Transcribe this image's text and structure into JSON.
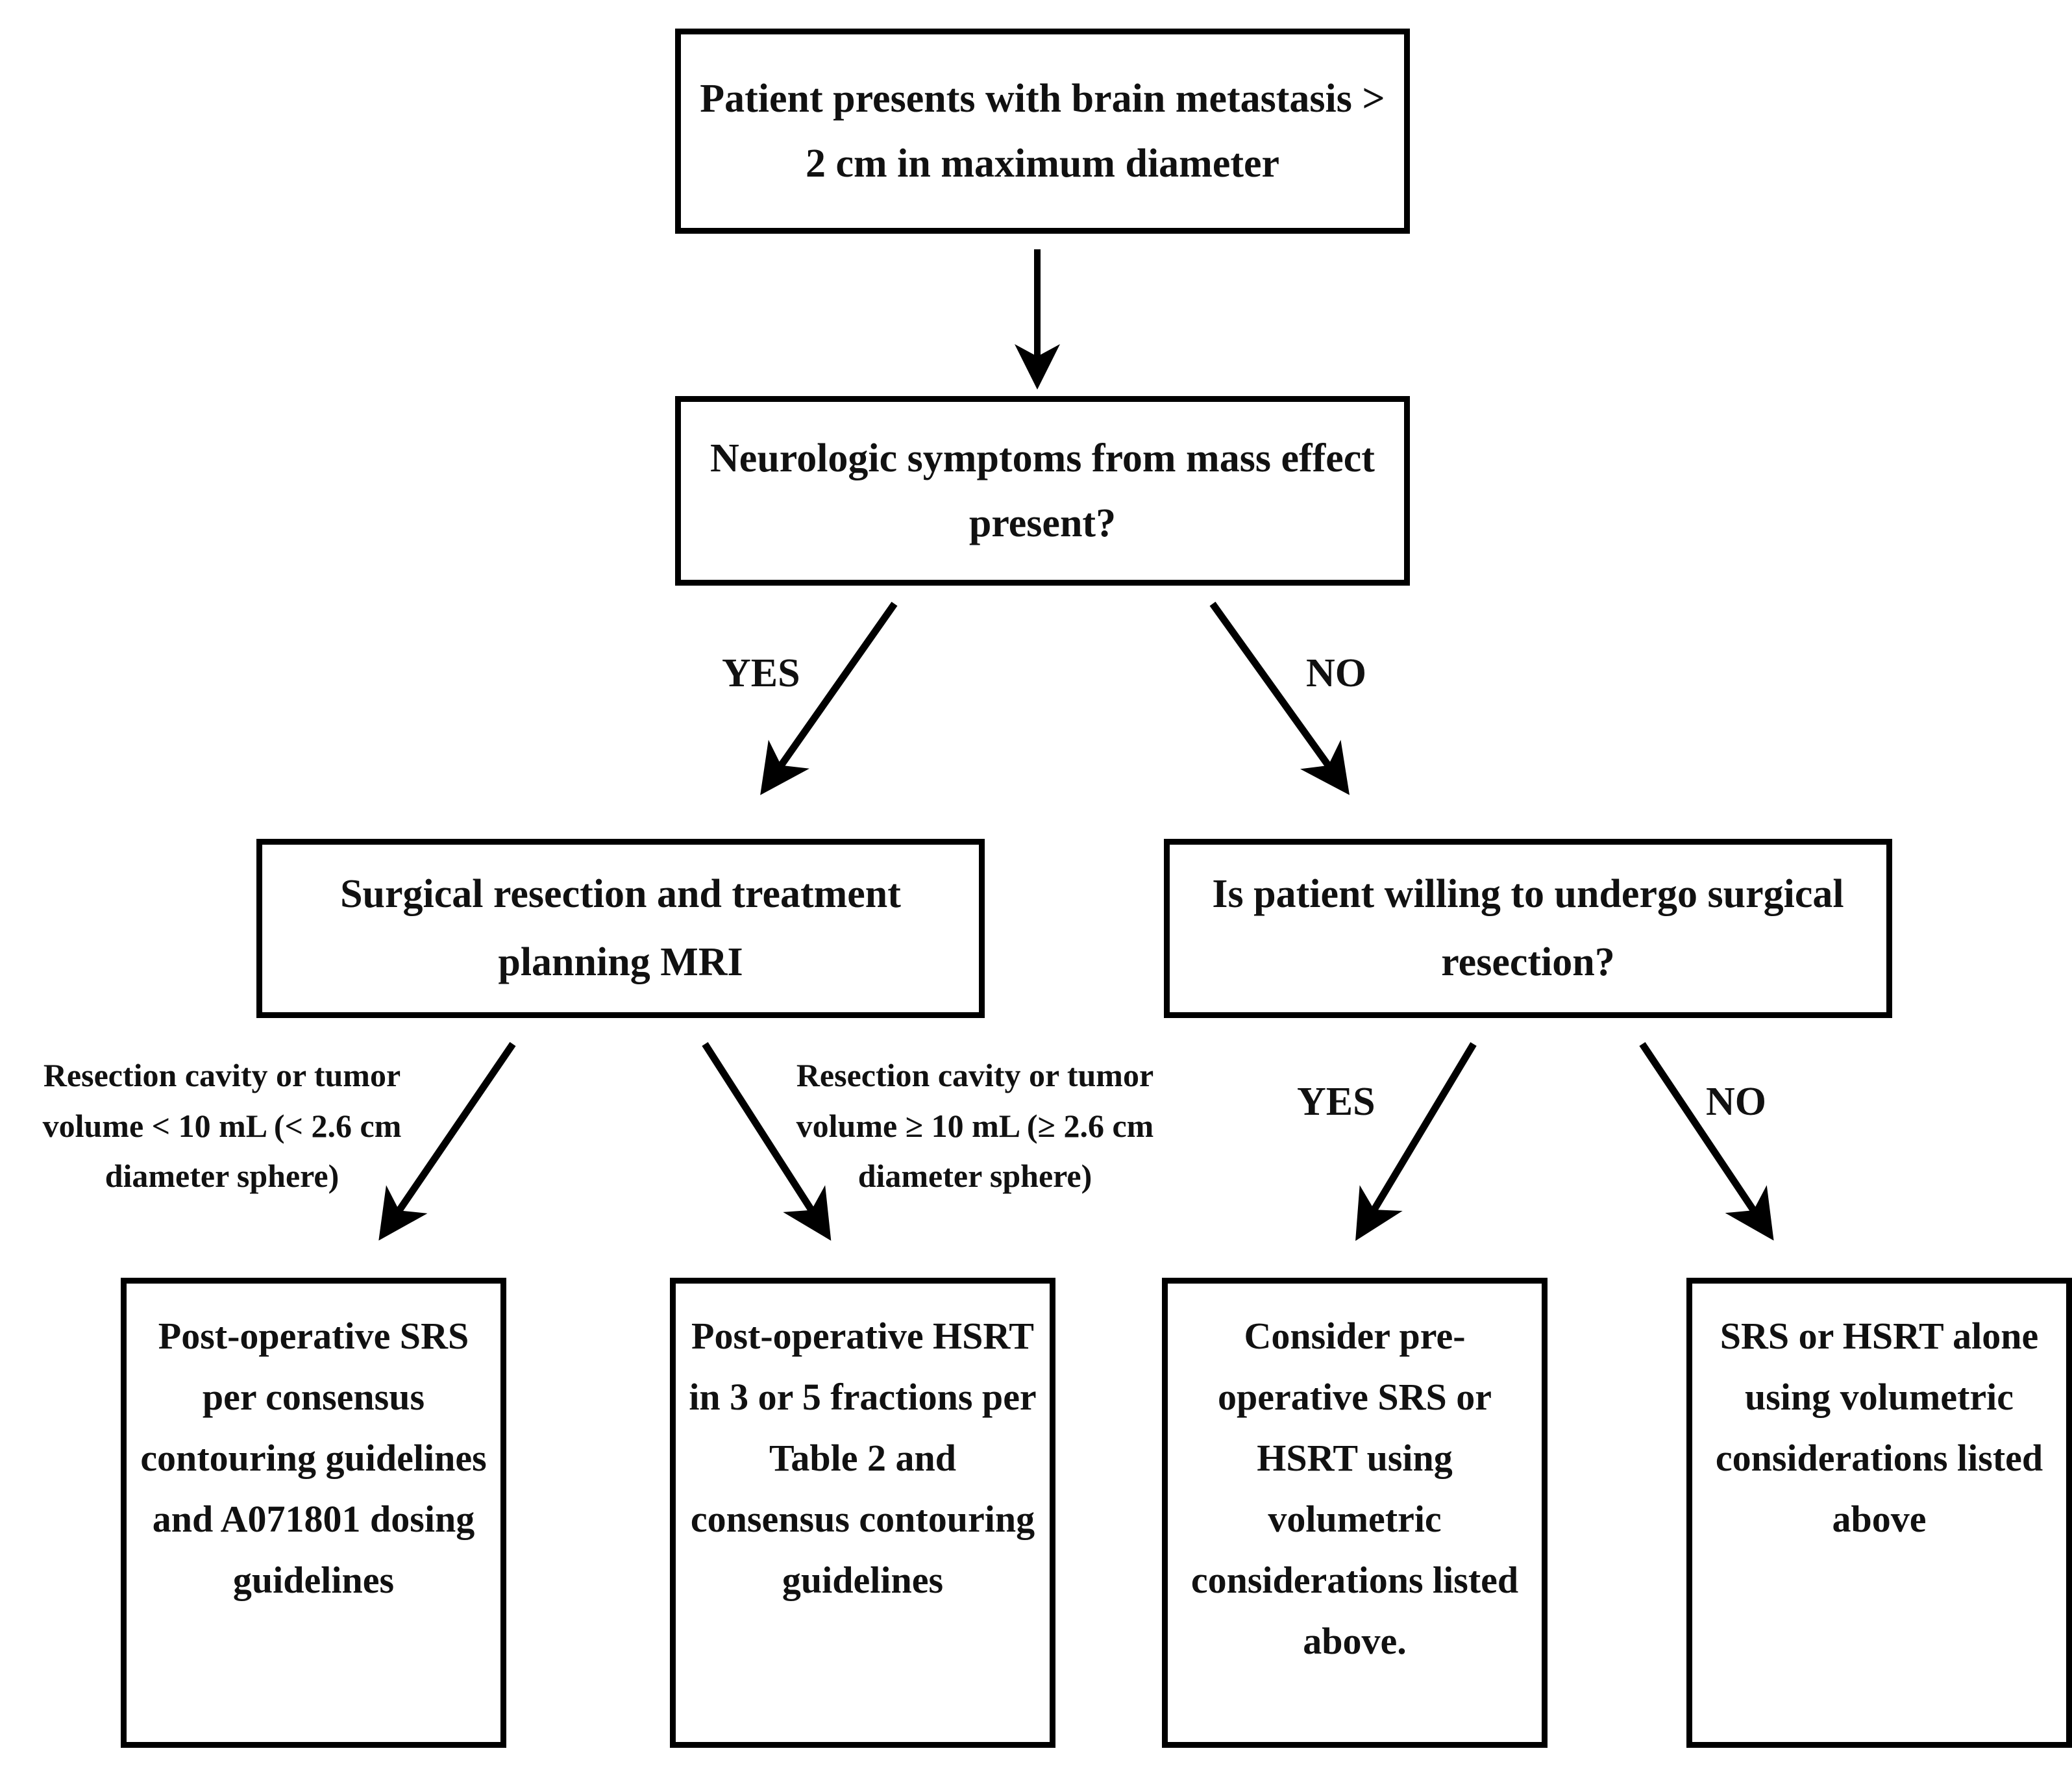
{
  "diagram": {
    "title": "Brain metastasis treatment decision flowchart",
    "stroke_color": "#000000",
    "text_color": "#111111",
    "background_color": "#ffffff"
  },
  "nodes": {
    "presentation": "Patient presents with brain metastasis > 2 cm in maximum diameter",
    "symptoms": "Neurologic symptoms from mass effect present?",
    "surgery": "Surgical resection and treatment planning MRI",
    "willing": "Is patient willing to undergo surgical resection?",
    "postop_srs": "Post-operative SRS per consensus contouring guidelines and A071801 dosing guidelines",
    "postop_hsrt": "Post-operative HSRT in 3 or 5 fractions per Table 2 and consensus contouring guidelines",
    "preop": "Consider pre-operative SRS or HSRT using volumetric considerations listed above.",
    "srs_alone": "SRS or HSRT alone using volumetric considerations listed above"
  },
  "edge_labels": {
    "yes_symptoms": "YES",
    "no_symptoms": "NO",
    "yes_willing": "YES",
    "no_willing": "NO",
    "volume_small": "Resection cavity or tumor volume < 10 mL (< 2.6 cm diameter sphere)",
    "volume_large": "Resection cavity or tumor volume ≥ 10 mL (≥ 2.6 cm diameter sphere)"
  }
}
